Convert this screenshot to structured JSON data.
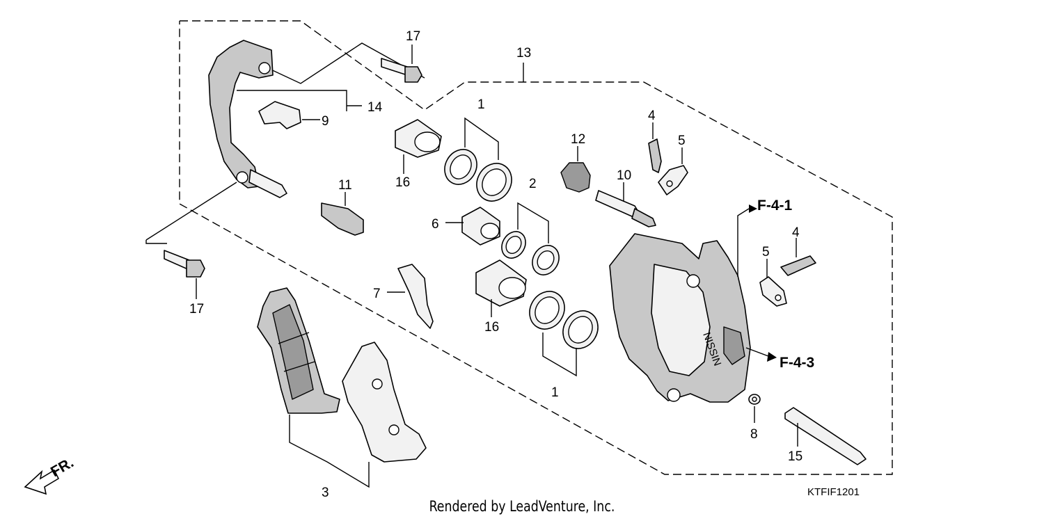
{
  "diagram": {
    "callouts": {
      "n1a": "1",
      "n1b": "1",
      "n2": "2",
      "n3": "3",
      "n4a": "4",
      "n4b": "4",
      "n5a": "5",
      "n5b": "5",
      "n6": "6",
      "n7": "7",
      "n8": "8",
      "n9": "9",
      "n10": "10",
      "n11": "11",
      "n12": "12",
      "n13": "13",
      "n14": "14",
      "n15": "15",
      "n16a": "16",
      "n16b": "16",
      "n17a": "17",
      "n17b": "17"
    },
    "refs": {
      "r1": "F-4-1",
      "r2": "F-4-3"
    },
    "direction": "FR.",
    "caliper_marking": "NISSIN",
    "diagram_code": "KTFIF1201"
  },
  "footer": {
    "text": "Rendered by LeadVenture, Inc."
  }
}
